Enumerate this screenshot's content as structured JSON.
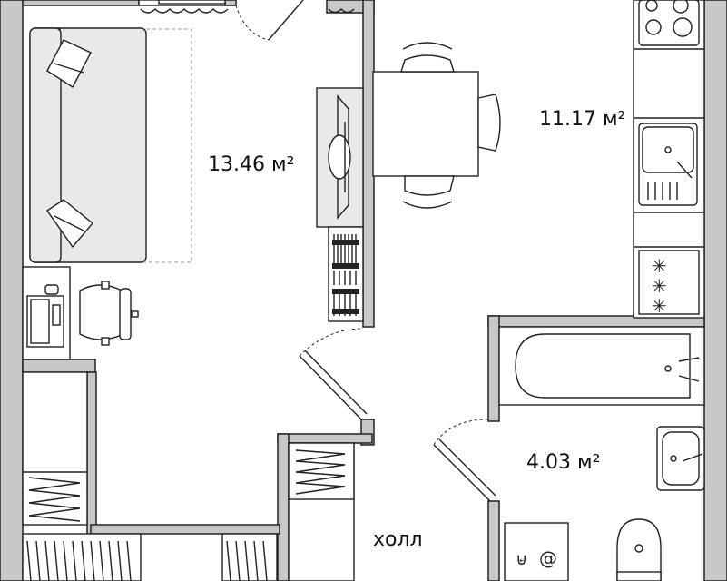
{
  "rooms": {
    "living": {
      "area": "13.46 м²"
    },
    "kitchen": {
      "area": "11.17 м²"
    },
    "bathroom": {
      "area": "4.03 м²"
    },
    "hall": {
      "label": "холл"
    }
  }
}
